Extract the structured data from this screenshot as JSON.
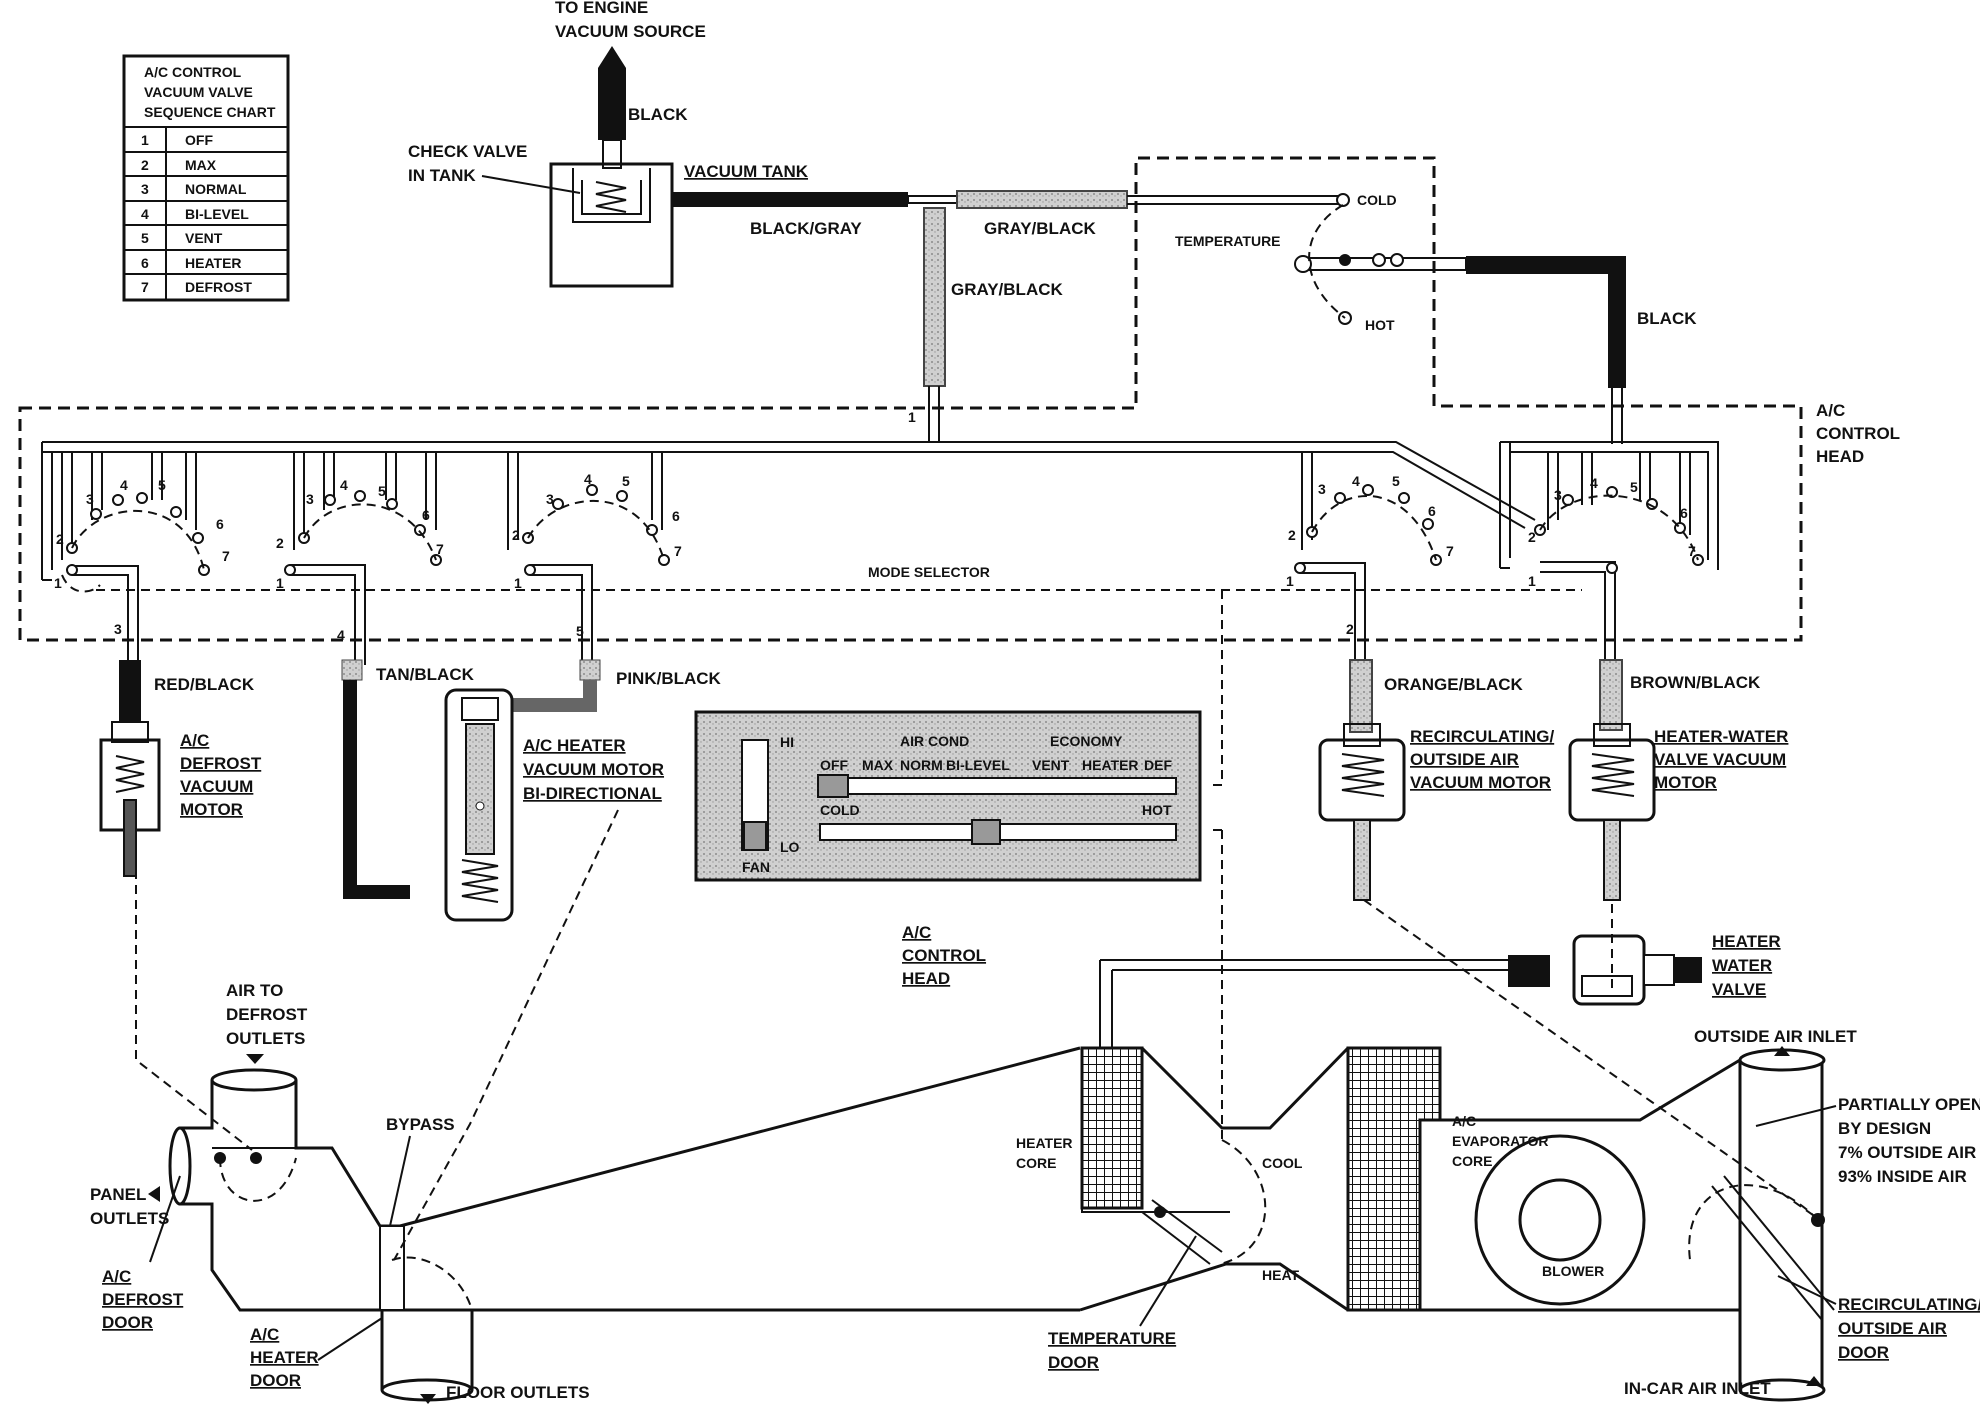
{
  "chart": {
    "title_lines": [
      "A/C CONTROL",
      "VACUUM VALVE",
      "SEQUENCE CHART"
    ],
    "rows": [
      {
        "num": "1",
        "label": "OFF"
      },
      {
        "num": "2",
        "label": "MAX"
      },
      {
        "num": "3",
        "label": "NORMAL"
      },
      {
        "num": "4",
        "label": "BI-LEVEL"
      },
      {
        "num": "5",
        "label": "VENT"
      },
      {
        "num": "6",
        "label": "HEATER"
      },
      {
        "num": "7",
        "label": "DEFROST"
      }
    ]
  },
  "source": {
    "to_engine": "TO ENGINE",
    "vacuum_source": "VACUUM SOURCE",
    "black": "BLACK",
    "check_valve_1": "CHECK VALVE",
    "check_valve_2": "IN TANK",
    "vacuum_tank": "VACUUM TANK",
    "black_gray": "BLACK/GRAY",
    "gray_black_h": "GRAY/BLACK",
    "gray_black_v": "GRAY/BLACK"
  },
  "temperature": {
    "label": "TEMPERATURE",
    "cold": "COLD",
    "hot": "HOT",
    "black": "BLACK"
  },
  "control_head_top": [
    "A/C",
    "CONTROL",
    "HEAD"
  ],
  "mode_selector": "MODE SELECTOR",
  "port_nums": [
    "1",
    "2",
    "3",
    "4",
    "5",
    "6",
    "7"
  ],
  "hose_nums": {
    "h1": "1",
    "h2": "2",
    "h3": "3",
    "h4": "4",
    "h5": "5"
  },
  "hoses": {
    "red_black": "RED/BLACK",
    "tan_black": "TAN/BLACK",
    "pink_black": "PINK/BLACK",
    "orange_black": "ORANGE/BLACK",
    "brown_black": "BROWN/BLACK"
  },
  "motors": {
    "defrost": [
      "A/C",
      "DEFROST",
      "VACUUM",
      "MOTOR"
    ],
    "heater": [
      "A/C HEATER",
      "VACUUM MOTOR",
      "BI-DIRECTIONAL"
    ],
    "recirc": [
      "RECIRCULATING/",
      "OUTSIDE AIR",
      "VACUUM MOTOR"
    ],
    "heater_water": [
      "HEATER-WATER",
      "VALVE VACUUM",
      "MOTOR"
    ]
  },
  "panel": {
    "hi": "HI",
    "lo": "LO",
    "fan": "FAN",
    "air_cond": "AIR COND",
    "economy": "ECONOMY",
    "off": "OFF",
    "max": "MAX",
    "norm": "NORM",
    "bi_level": "BI-LEVEL",
    "vent": "VENT",
    "heater": "HEATER",
    "def": "DEF",
    "cold": "COLD",
    "hot": "HOT",
    "caption": [
      "A/C",
      "CONTROL",
      "HEAD"
    ]
  },
  "heater_water_valve": [
    "HEATER",
    "WATER",
    "VALVE"
  ],
  "duct": {
    "air_to_defrost": [
      "AIR TO",
      "DEFROST",
      "OUTLETS"
    ],
    "panel_outlets": [
      "PANEL",
      "OUTLETS"
    ],
    "defrost_door": [
      "A/C",
      "DEFROST",
      "DOOR"
    ],
    "bypass": "BYPASS",
    "heater_door": [
      "A/C",
      "HEATER",
      "DOOR"
    ],
    "floor_outlets": "FLOOR OUTLETS",
    "heater_core": [
      "HEATER",
      "CORE"
    ],
    "cool": "COOL",
    "heat": "HEAT",
    "temperature_door": [
      "TEMPERATURE",
      "DOOR"
    ],
    "evaporator": [
      "A/C",
      "EVAPORATOR",
      "CORE"
    ],
    "blower": "BLOWER",
    "outside_air_inlet": "OUTSIDE AIR INLET",
    "partially_open": [
      "PARTIALLY OPEN",
      "BY DESIGN",
      "7% OUTSIDE AIR",
      "93% INSIDE AIR"
    ],
    "recirc_door": [
      "RECIRCULATING/",
      "OUTSIDE AIR",
      "DOOR"
    ],
    "in_car_air_inlet": "IN-CAR AIR INLET"
  }
}
